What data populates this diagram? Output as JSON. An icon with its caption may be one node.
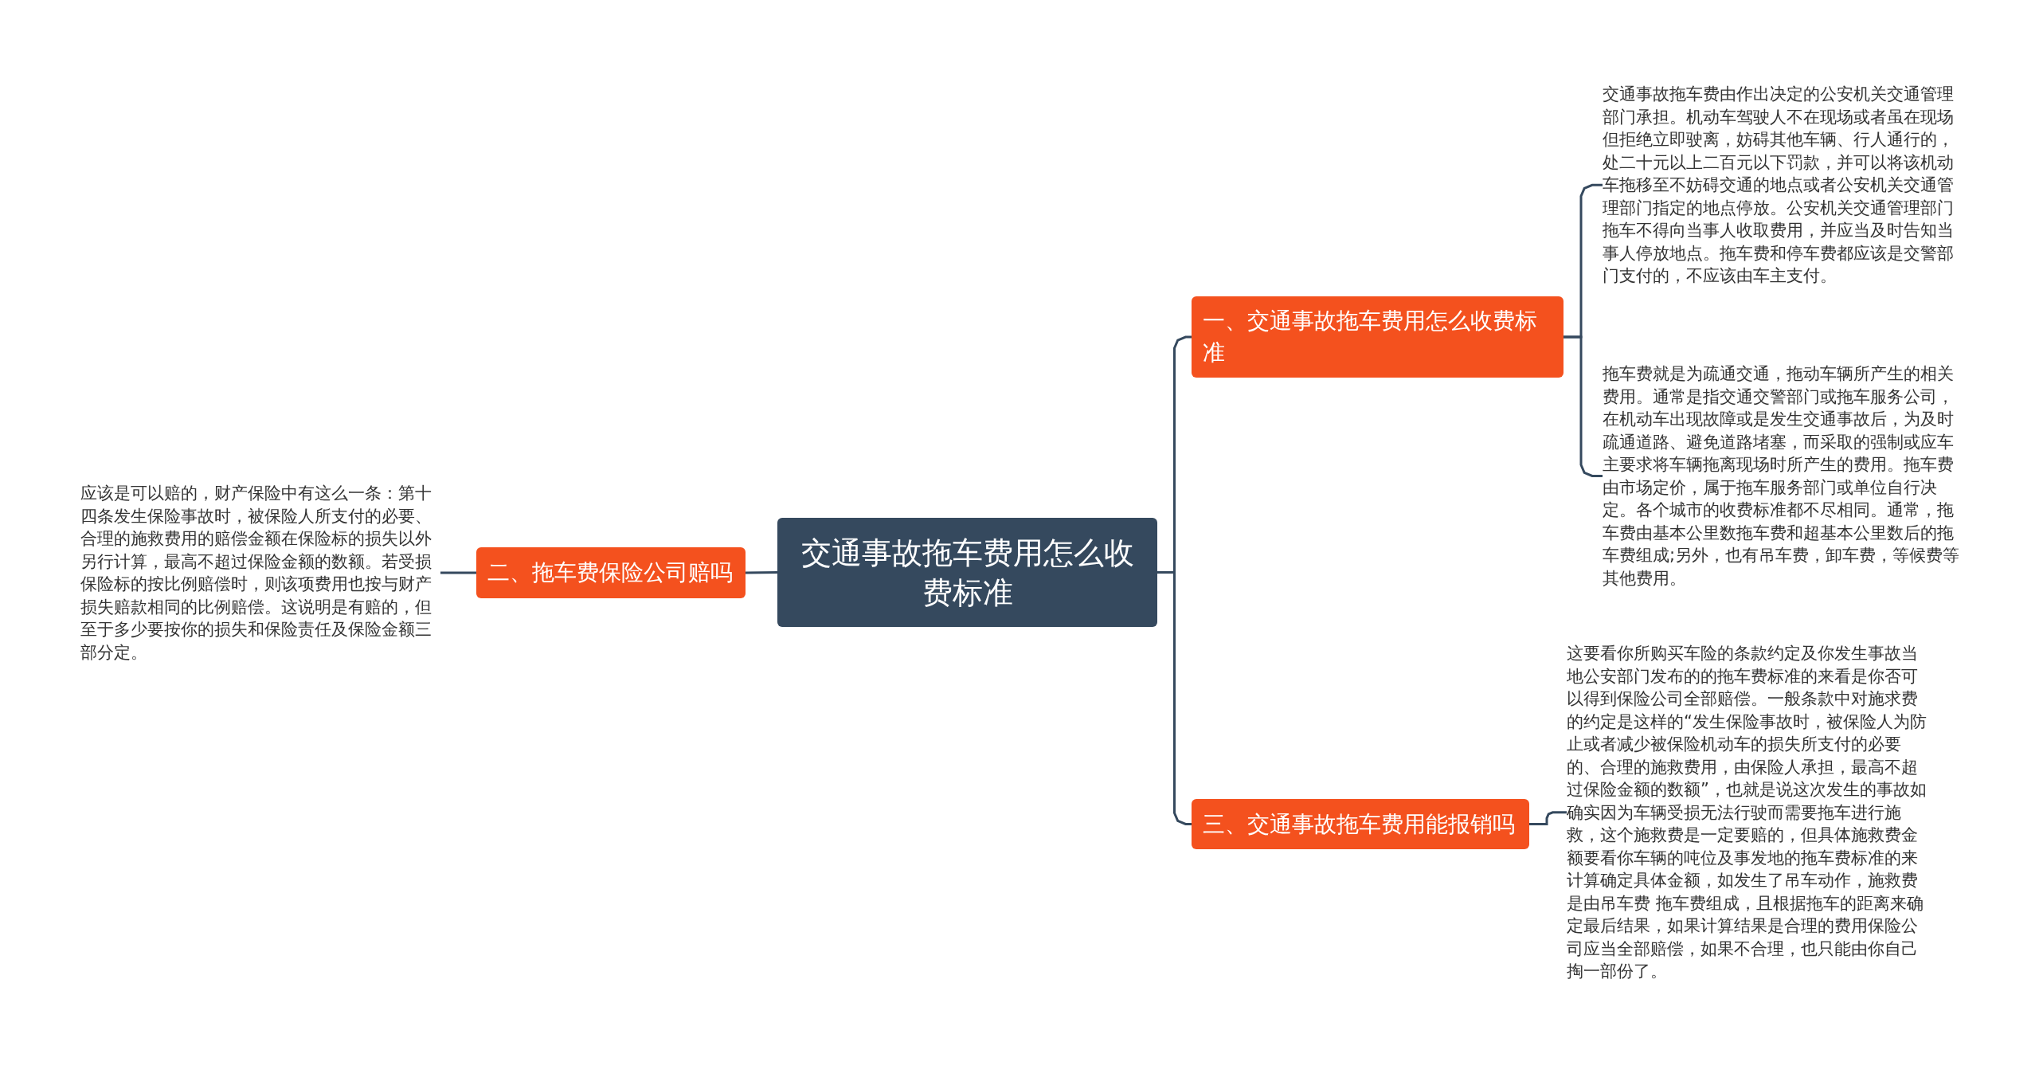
{
  "diagram": {
    "nodes": [
      {
        "text": [
          "交通事故拖车费用怎么收费标准"
        ]
      },
      {
        "text": [
          "一、交通事故拖车费用怎么收费标准"
        ]
      },
      {
        "text": [
          "交通事故拖车费由作出决定的公安机关交通管理部门承担。机动车驾驶人不在现场或者虽在现场但拒绝立即驶离，妨碍其他车辆、行人通行的，处二十元以上二百元以下罚款，并可以将该机动车拖移至不妨碍交通的地点或者公安机关交通管理部门指定的地点停放。公安机关交通管理部门拖车不得向当事人收取费用，并应当及时告知当事人停放地点。拖车费和停车费都应该是交警部门支付的，不应该由车主支付。"
        ]
      },
      {
        "text": [
          "拖车费就是为疏通交通，拖动车辆所产生的相关费用。通常是指交通交警部门或拖车服务公司，在机动车出现故障或是发生交通事故后，为及时疏通道路、避免道路堵塞，而采取的强制或应车主要求将车辆拖离现场时所产生的费用。拖车费由市场定价，属于拖车服务部门或单位自行决定。各个城市的收费标准都不尽相同。通常，拖车费由基本公里数拖车费和超基本公里数后的拖车费组成;另外，也有吊车费，卸车费，等候费等其他费用。"
        ]
      },
      {
        "text": [
          "二、拖车费保险公司赔吗"
        ]
      },
      {
        "text": [
          "应该是可以赔的，财产保险中有这么一条：第十四条发生保险事故时，被保险人所支付的必要、合理的施救费用的赔偿金额在保险标的损失以外另行计算，最高不超过保险金额的数额。若受损保险标的按比例赔偿时，则该项费用也按与财产损失赔款相同的比例赔偿。这说明是有赔的，但至于多少要按你的损失和保险责任及保险金额三部分定。"
        ]
      },
      {
        "text": [
          "三、交通事故拖车费用能报销吗"
        ]
      },
      {
        "text": [
          "这要看你所购买车险的条款约定及你发生事故当地公安部门发布的的拖车费标准的来看是你否可以得到保险公司全部赔偿。一般条款中对施求费的约定是这样的“发生保险事故时，被保险人为防止或者减少被保险机动车的损失所支付的必要的、合理的施救费用，由保险人承担，最高不超过保险金额的数额”，也就是说这次发生的事故如确实因为车辆受损无法行驶而需要拖车进行施救，这个施救费是一定要赔的，但具体施救费金额要看你车辆的吨位及事发地的拖车费标准的来计算确定具体金额，如发生了吊车动作，施救费是由吊车费 拖车费组成，且根据拖车的距离来确定最后结果，如果计算结果是合理的费用保险公司应当全部赔偿，如果不合理，也只能由你自己掏一部份了。"
        ]
      }
    ],
    "edges": [
      {
        "from": 0,
        "to": 1,
        "arrow": "none"
      },
      {
        "from": 0,
        "to": 4,
        "arrow": "none"
      },
      {
        "from": 0,
        "to": 6,
        "arrow": "none"
      },
      {
        "from": 1,
        "to": 2,
        "arrow": "none"
      },
      {
        "from": 1,
        "to": 3,
        "arrow": "none"
      },
      {
        "from": 4,
        "to": 5,
        "arrow": "none"
      },
      {
        "from": 6,
        "to": 7,
        "arrow": "none"
      }
    ]
  }
}
